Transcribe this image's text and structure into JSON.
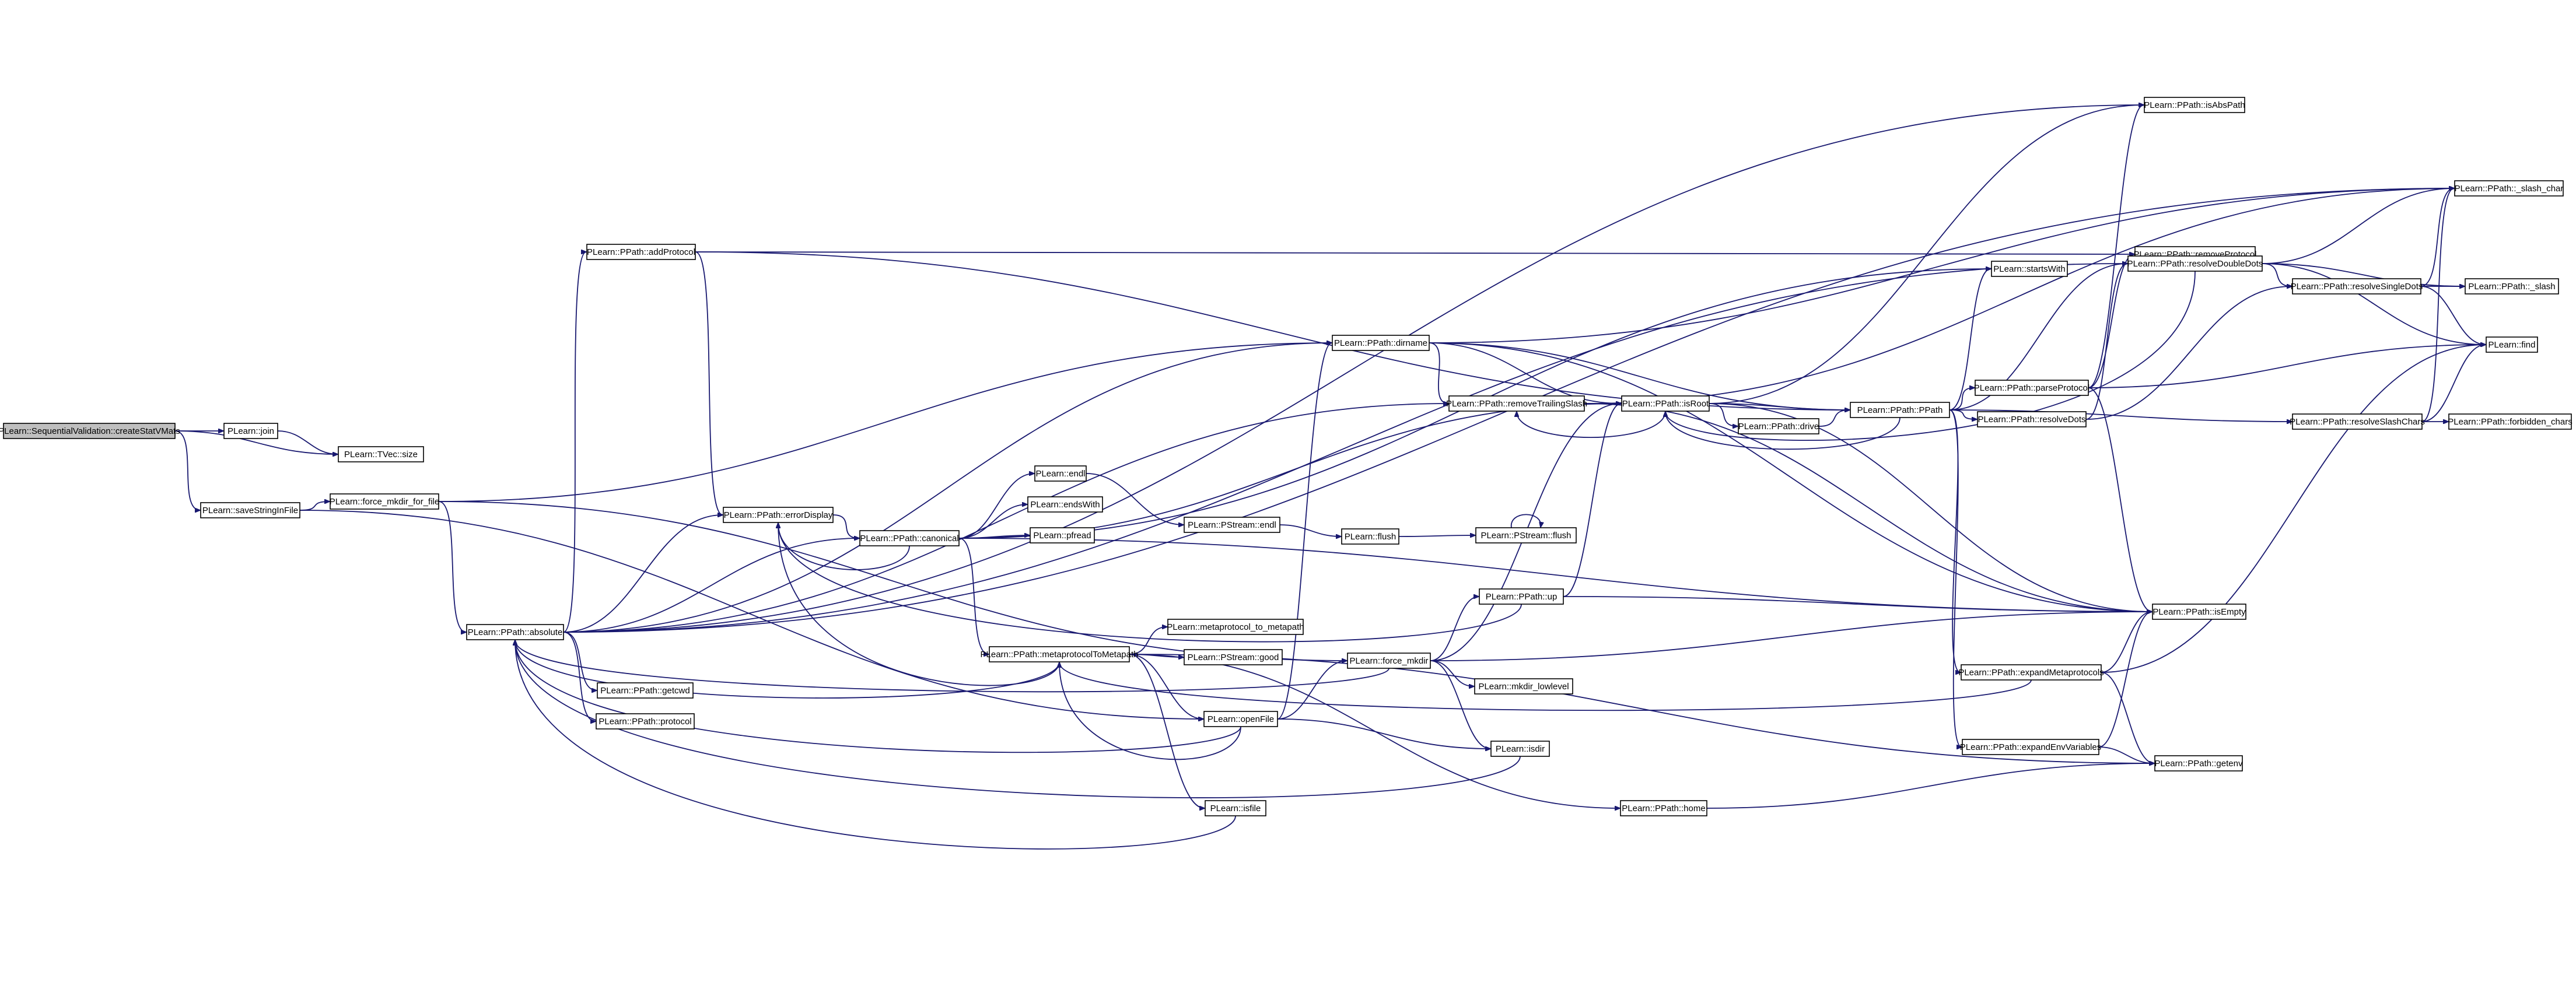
{
  "colors": {
    "edge": "#191970",
    "root_fill": "#bfbfbf",
    "node_fill": "#ffffff",
    "border": "#000000"
  },
  "nodes": [
    {
      "id": "root",
      "label": "PLearn::SequentialValidation::createStatVMats"
    },
    {
      "id": "join",
      "label": "PLearn::join"
    },
    {
      "id": "tvec_size",
      "label": "PLearn::TVec::size"
    },
    {
      "id": "saveString",
      "label": "PLearn::saveStringInFile"
    },
    {
      "id": "force_mkdir_for_file",
      "label": "PLearn::force_mkdir_for_file"
    },
    {
      "id": "absolute",
      "label": "PLearn::PPath::absolute"
    },
    {
      "id": "addProtocol",
      "label": "PLearn::PPath::addProtocol"
    },
    {
      "id": "errorDisplay",
      "label": "PLearn::PPath::errorDisplay"
    },
    {
      "id": "getcwd",
      "label": "PLearn::PPath::getcwd"
    },
    {
      "id": "protocol",
      "label": "PLearn::PPath::protocol"
    },
    {
      "id": "canonical",
      "label": "PLearn::PPath::canonical"
    },
    {
      "id": "endl",
      "label": "PLearn::endl"
    },
    {
      "id": "endsWith",
      "label": "PLearn::endsWith"
    },
    {
      "id": "pfread",
      "label": "PLearn::pfread"
    },
    {
      "id": "pstream_endl",
      "label": "PLearn::PStream::endl"
    },
    {
      "id": "flush",
      "label": "PLearn::flush"
    },
    {
      "id": "pstream_flush",
      "label": "PLearn::PStream::flush"
    },
    {
      "id": "metaprotocolToMetapath",
      "label": "PLearn::PPath::metaprotocolToMetapath"
    },
    {
      "id": "metaprotocol_to_metapath",
      "label": "PLearn::metaprotocol_to_metapath"
    },
    {
      "id": "pstream_good",
      "label": "PLearn::PStream::good"
    },
    {
      "id": "openFile",
      "label": "PLearn::openFile"
    },
    {
      "id": "isfile",
      "label": "PLearn::isfile"
    },
    {
      "id": "force_mkdir",
      "label": "PLearn::force_mkdir"
    },
    {
      "id": "ppath_up",
      "label": "PLearn::PPath::up"
    },
    {
      "id": "mkdir_lowlevel",
      "label": "PLearn::mkdir_lowlevel"
    },
    {
      "id": "isdir",
      "label": "PLearn::isdir"
    },
    {
      "id": "home",
      "label": "PLearn::PPath::home"
    },
    {
      "id": "dirname",
      "label": "PLearn::PPath::dirname"
    },
    {
      "id": "removeTrailingSlash",
      "label": "PLearn::PPath::removeTrailingSlash"
    },
    {
      "id": "isRoot",
      "label": "PLearn::PPath::isRoot"
    },
    {
      "id": "drive",
      "label": "PLearn::PPath::drive"
    },
    {
      "id": "ppath_ctor",
      "label": "PLearn::PPath::PPath"
    },
    {
      "id": "startsWith",
      "label": "PLearn::startsWith"
    },
    {
      "id": "parseProtocol",
      "label": "PLearn::PPath::parseProtocol"
    },
    {
      "id": "resolveDots",
      "label": "PLearn::PPath::resolveDots"
    },
    {
      "id": "expandMetaprotocols",
      "label": "PLearn::PPath::expandMetaprotocols"
    },
    {
      "id": "expandEnvVariables",
      "label": "PLearn::PPath::expandEnvVariables"
    },
    {
      "id": "isAbsPath",
      "label": "PLearn::PPath::isAbsPath"
    },
    {
      "id": "removeProtocol",
      "label": "PLearn::PPath::removeProtocol"
    },
    {
      "id": "resolveDoubleDots",
      "label": "PLearn::PPath::resolveDoubleDots"
    },
    {
      "id": "resolveSingleDots",
      "label": "PLearn::PPath::resolveSingleDots"
    },
    {
      "id": "resolveSlashChars",
      "label": "PLearn::PPath::resolveSlashChars"
    },
    {
      "id": "isEmpty",
      "label": "PLearn::PPath::isEmpty"
    },
    {
      "id": "getenv",
      "label": "PLearn::PPath::getenv"
    },
    {
      "id": "slash_char",
      "label": "PLearn::PPath::_slash_char"
    },
    {
      "id": "slash",
      "label": "PLearn::PPath::_slash"
    },
    {
      "id": "find",
      "label": "PLearn::find"
    },
    {
      "id": "forbidden_chars",
      "label": "PLearn::PPath::forbidden_chars"
    }
  ],
  "edges": [
    [
      "root",
      "join"
    ],
    [
      "root",
      "tvec_size"
    ],
    [
      "root",
      "saveString"
    ],
    [
      "join",
      "tvec_size"
    ],
    [
      "saveString",
      "force_mkdir_for_file"
    ],
    [
      "saveString",
      "openFile"
    ],
    [
      "force_mkdir_for_file",
      "absolute"
    ],
    [
      "force_mkdir_for_file",
      "force_mkdir"
    ],
    [
      "force_mkdir_for_file",
      "dirname"
    ],
    [
      "absolute",
      "addProtocol"
    ],
    [
      "absolute",
      "getcwd"
    ],
    [
      "absolute",
      "protocol"
    ],
    [
      "absolute",
      "errorDisplay"
    ],
    [
      "absolute",
      "isAbsPath"
    ],
    [
      "absolute",
      "slash_char"
    ],
    [
      "absolute",
      "dirname"
    ],
    [
      "absolute",
      "removeTrailingSlash"
    ],
    [
      "absolute",
      "canonical"
    ],
    [
      "absolute",
      "resolveDoubleDots"
    ],
    [
      "addProtocol",
      "errorDisplay"
    ],
    [
      "addProtocol",
      "removeProtocol"
    ],
    [
      "addProtocol",
      "ppath_ctor"
    ],
    [
      "errorDisplay",
      "canonical"
    ],
    [
      "canonical",
      "endl"
    ],
    [
      "canonical",
      "endsWith"
    ],
    [
      "canonical",
      "pfread"
    ],
    [
      "canonical",
      "metaprotocolToMetapath"
    ],
    [
      "canonical",
      "isEmpty"
    ],
    [
      "canonical",
      "startsWith"
    ],
    [
      "canonical",
      "isRoot"
    ],
    [
      "canonical",
      "errorDisplay"
    ],
    [
      "endl",
      "pstream_endl"
    ],
    [
      "pstream_endl",
      "flush"
    ],
    [
      "flush",
      "pstream_flush"
    ],
    [
      "pstream_flush",
      "pstream_flush"
    ],
    [
      "metaprotocolToMetapath",
      "metaprotocol_to_metapath"
    ],
    [
      "metaprotocolToMetapath",
      "pstream_good"
    ],
    [
      "metaprotocolToMetapath",
      "openFile"
    ],
    [
      "metaprotocolToMetapath",
      "isfile"
    ],
    [
      "metaprotocolToMetapath",
      "home"
    ],
    [
      "metaprotocolToMetapath",
      "getenv"
    ],
    [
      "metaprotocolToMetapath",
      "errorDisplay"
    ],
    [
      "metaprotocolToMetapath",
      "absolute"
    ],
    [
      "openFile",
      "dirname"
    ],
    [
      "openFile",
      "force_mkdir"
    ],
    [
      "openFile",
      "isdir"
    ],
    [
      "openFile",
      "absolute"
    ],
    [
      "openFile",
      "metaprotocolToMetapath"
    ],
    [
      "isfile",
      "absolute"
    ],
    [
      "isdir",
      "absolute"
    ],
    [
      "force_mkdir",
      "ppath_up"
    ],
    [
      "force_mkdir",
      "mkdir_lowlevel"
    ],
    [
      "force_mkdir",
      "isdir"
    ],
    [
      "force_mkdir",
      "isEmpty"
    ],
    [
      "force_mkdir",
      "isRoot"
    ],
    [
      "force_mkdir",
      "absolute"
    ],
    [
      "ppath_up",
      "isRoot"
    ],
    [
      "ppath_up",
      "isEmpty"
    ],
    [
      "ppath_up",
      "errorDisplay"
    ],
    [
      "home",
      "getenv"
    ],
    [
      "dirname",
      "removeTrailingSlash"
    ],
    [
      "dirname",
      "isRoot"
    ],
    [
      "dirname",
      "ppath_ctor"
    ],
    [
      "dirname",
      "slash_char"
    ],
    [
      "dirname",
      "isEmpty"
    ],
    [
      "removeTrailingSlash",
      "isRoot"
    ],
    [
      "removeTrailingSlash",
      "isEmpty"
    ],
    [
      "removeTrailingSlash",
      "slash_char"
    ],
    [
      "isRoot",
      "drive"
    ],
    [
      "isRoot",
      "ppath_ctor"
    ],
    [
      "isRoot",
      "removeTrailingSlash"
    ],
    [
      "isRoot",
      "isAbsPath"
    ],
    [
      "isRoot",
      "isEmpty"
    ],
    [
      "drive",
      "ppath_ctor"
    ],
    [
      "ppath_ctor",
      "startsWith"
    ],
    [
      "ppath_ctor",
      "parseProtocol"
    ],
    [
      "ppath_ctor",
      "resolveDots"
    ],
    [
      "ppath_ctor",
      "expandMetaprotocols"
    ],
    [
      "ppath_ctor",
      "expandEnvVariables"
    ],
    [
      "ppath_ctor",
      "resolveSlashChars"
    ],
    [
      "ppath_ctor",
      "resolveDoubleDots"
    ],
    [
      "ppath_ctor",
      "isRoot"
    ],
    [
      "parseProtocol",
      "isAbsPath"
    ],
    [
      "parseProtocol",
      "removeProtocol"
    ],
    [
      "parseProtocol",
      "find"
    ],
    [
      "parseProtocol",
      "isEmpty"
    ],
    [
      "resolveDots",
      "resolveDoubleDots"
    ],
    [
      "resolveDots",
      "resolveSingleDots"
    ],
    [
      "resolveDoubleDots",
      "resolveSingleDots"
    ],
    [
      "resolveDoubleDots",
      "slash_char"
    ],
    [
      "resolveDoubleDots",
      "slash"
    ],
    [
      "resolveDoubleDots",
      "find"
    ],
    [
      "resolveDoubleDots",
      "isRoot"
    ],
    [
      "resolveSingleDots",
      "slash_char"
    ],
    [
      "resolveSingleDots",
      "slash"
    ],
    [
      "resolveSingleDots",
      "find"
    ],
    [
      "resolveSlashChars",
      "slash_char"
    ],
    [
      "resolveSlashChars",
      "forbidden_chars"
    ],
    [
      "resolveSlashChars",
      "find"
    ],
    [
      "expandMetaprotocols",
      "isEmpty"
    ],
    [
      "expandMetaprotocols",
      "getenv"
    ],
    [
      "expandMetaprotocols",
      "metaprotocolToMetapath"
    ],
    [
      "expandMetaprotocols",
      "find"
    ],
    [
      "expandEnvVariables",
      "getenv"
    ],
    [
      "expandEnvVariables",
      "isEmpty"
    ]
  ]
}
